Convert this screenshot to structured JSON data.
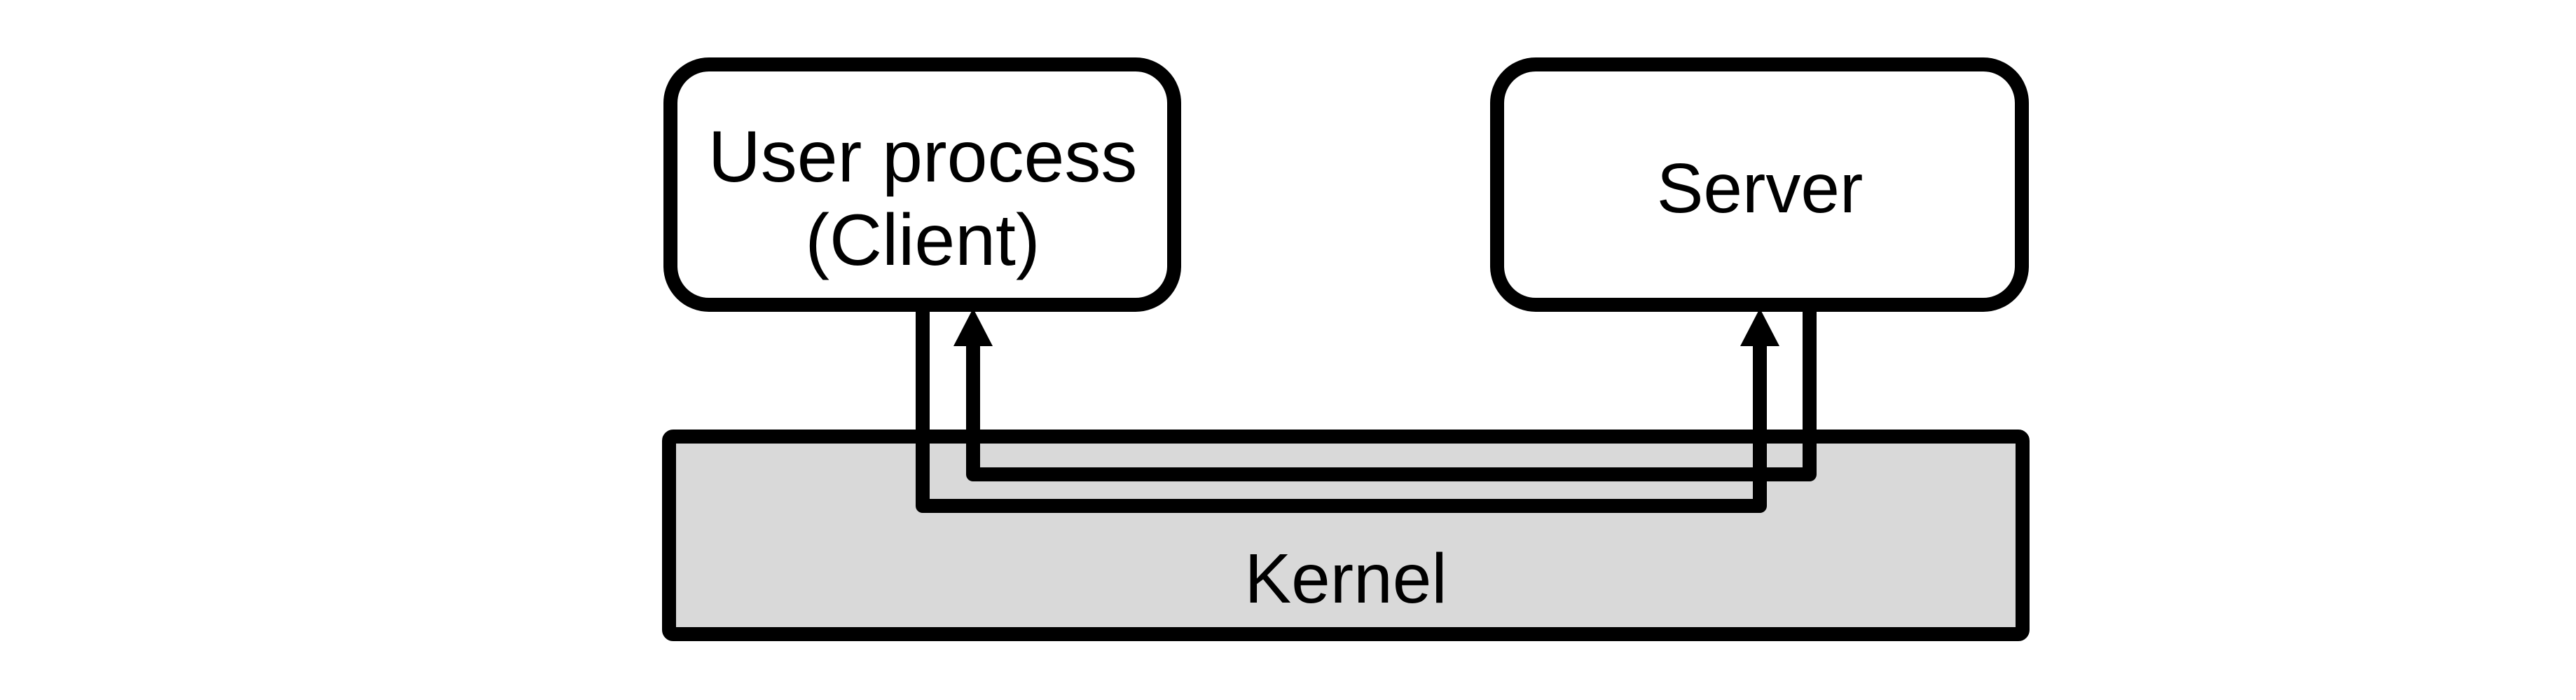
{
  "diagram": {
    "type": "client-server-ipc-diagram",
    "colors": {
      "background": "#ffffff",
      "stroke": "#000000",
      "box_fill": "#ffffff",
      "kernel_fill": "#d9d9d9",
      "text": "#000000"
    },
    "nodes": {
      "client": {
        "label_line1": "User process",
        "label_line2": "(Client)"
      },
      "server": {
        "label": "Server"
      },
      "kernel": {
        "label": "Kernel"
      }
    },
    "edges": [
      {
        "id": "client-to-server",
        "from": "client",
        "to": "server",
        "via": "kernel",
        "arrow_at": "server"
      },
      {
        "id": "server-to-client",
        "from": "server",
        "to": "client",
        "via": "kernel",
        "arrow_at": "client"
      }
    ]
  }
}
